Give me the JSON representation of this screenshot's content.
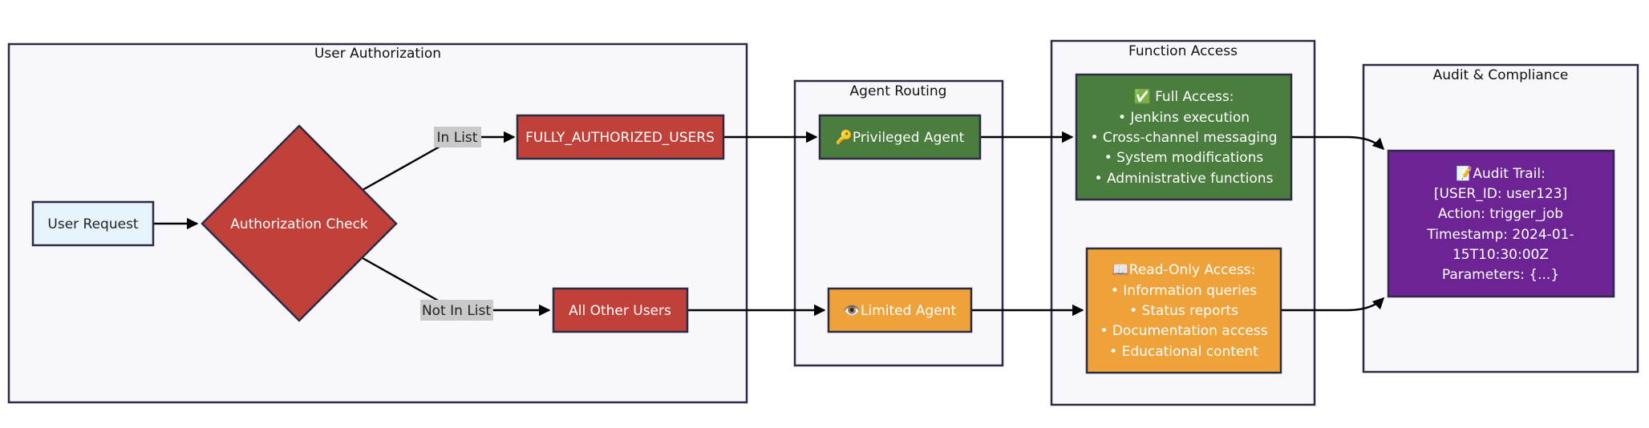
{
  "colors": {
    "red": "#c0413a",
    "green": "#4a7d3e",
    "orange": "#f0a23a",
    "purple": "#6c2494",
    "light_blue": "#e6f3fb",
    "cluster_bg": "#f8f8fc"
  },
  "clusters": {
    "user_authorization": "User Authorization",
    "agent_routing": "Agent Routing",
    "function_access": "Function Access",
    "audit_compliance": "Audit & Compliance"
  },
  "nodes": {
    "user_request": "User Request",
    "authorization_check": "Authorization Check",
    "fully_authorized_users": "FULLY_AUTHORIZED_USERS",
    "all_other_users": "All Other Users",
    "privileged_agent": "🔑Privileged Agent",
    "limited_agent": "👁️Limited Agent",
    "full_access": [
      "✅ Full Access:",
      "• Jenkins execution",
      "• Cross-channel messaging",
      "• System modifications",
      "• Administrative functions"
    ],
    "read_only_access": [
      "📖Read-Only Access:",
      "• Information queries",
      "• Status reports",
      "• Documentation access",
      "• Educational content"
    ],
    "audit_trail": [
      "📝Audit Trail:",
      "[USER_ID: user123]",
      "Action: trigger_job",
      "Timestamp: 2024-01-",
      "15T10:30:00Z",
      "Parameters: {...}"
    ]
  },
  "edge_labels": {
    "in_list": "In List",
    "not_in_list": "Not In List"
  }
}
